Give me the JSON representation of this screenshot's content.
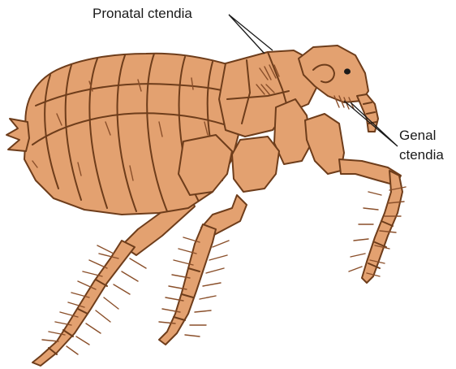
{
  "labels": {
    "pronatal": "Pronatal ctendia",
    "genal_line1": "Genal",
    "genal_line2": "ctendia"
  },
  "colors": {
    "body_fill": "#e3a170",
    "outline": "#6e3d1b",
    "text": "#1a1a1a"
  }
}
